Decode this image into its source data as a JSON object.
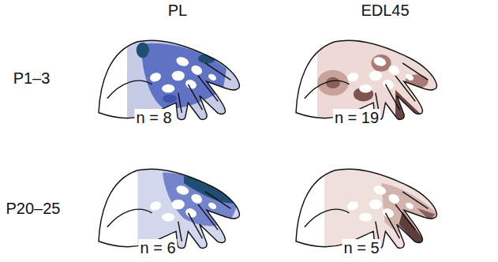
{
  "diagram": {
    "labels": [
      "PL",
      "EDL45",
      "P1–3",
      "P20–25",
      "n = 8",
      "n = 19",
      "n = 6",
      "n = 5"
    ]
  }
}
